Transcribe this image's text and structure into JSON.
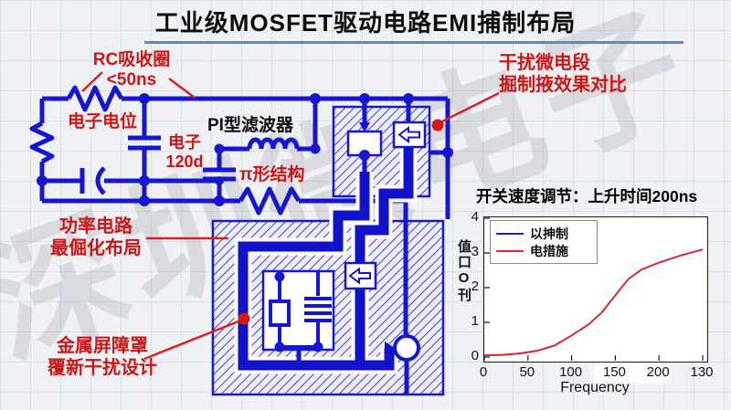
{
  "title": "工业级MOSFET驱动电路EMI捕制布局",
  "watermark": "深圳微电子",
  "annotations": {
    "rc_label_line1": "RC吸收圈",
    "rc_label_line2": "<50ns",
    "node_voltage": "电子电位",
    "cap_label_line1": "电子",
    "cap_label_line2": "120d",
    "pi_filter": "PI型滤波器",
    "pi_structure": "π形结构",
    "emi_line1": "干扰微电段",
    "emi_line2": "掘制掖效果对比",
    "power_line1": "功率电路",
    "power_line2": "最倔化布局",
    "shield_line1": "金属屏障罩",
    "shield_line2": "覆新干扰设计"
  },
  "chart_section_title": "开关速度调节：上升时间200ns",
  "colors": {
    "circuit_blue": "#1616d2",
    "annotation_red": "#cc1515",
    "title_underline": "#5c8cba"
  },
  "chart_data": {
    "type": "line",
    "title": "开关速度调节：上升时间200ns",
    "xlabel": "Frequency",
    "ylabel": "值口O刊",
    "x_ticks": [
      "0",
      "50",
      "100",
      "150",
      "200",
      "130"
    ],
    "y_ticks": [
      "0",
      "1",
      "2",
      "3",
      "4"
    ],
    "xlim": [
      0,
      250
    ],
    "ylim": [
      0,
      4
    ],
    "grid": false,
    "legend_position": "top-left",
    "legend": [
      {
        "name": "以抻制",
        "color": "#1818d8"
      },
      {
        "name": "电措施",
        "color": "#e02828"
      }
    ],
    "series": [
      {
        "name": "以抻制",
        "color": "#1818d8",
        "x": [
          0,
          20,
          40,
          60,
          80,
          100,
          120,
          135,
          150,
          165,
          180,
          200,
          225,
          250
        ],
        "y": [
          0.05,
          0.06,
          0.1,
          0.18,
          0.33,
          0.62,
          0.95,
          1.3,
          1.78,
          2.25,
          2.52,
          2.72,
          2.93,
          3.1
        ]
      },
      {
        "name": "电措施",
        "color": "#e02828",
        "x": [
          0,
          20,
          40,
          60,
          80,
          100,
          120,
          135,
          150,
          165,
          180,
          200,
          225,
          250
        ],
        "y": [
          0.05,
          0.06,
          0.1,
          0.18,
          0.33,
          0.62,
          0.95,
          1.3,
          1.78,
          2.25,
          2.52,
          2.72,
          2.93,
          3.1
        ]
      }
    ]
  }
}
